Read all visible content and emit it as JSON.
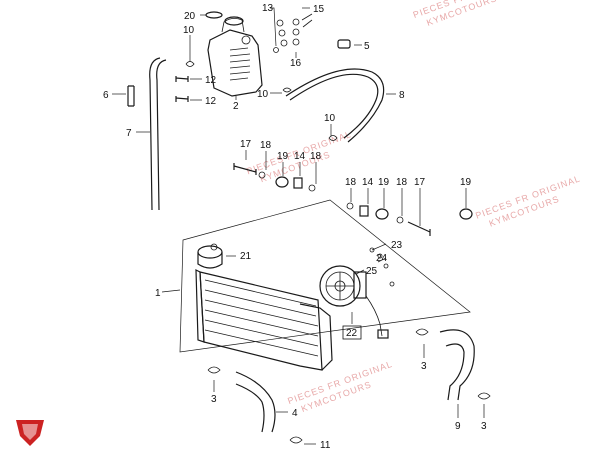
{
  "watermark": {
    "line1": "PIECES FR ORIGINAL",
    "line2": "KYMCOTOURS"
  },
  "callouts": [
    {
      "id": "c20",
      "label": "20"
    },
    {
      "id": "c13",
      "label": "13"
    },
    {
      "id": "c15",
      "label": "15"
    },
    {
      "id": "c10a",
      "label": "10"
    },
    {
      "id": "c5",
      "label": "5"
    },
    {
      "id": "c16",
      "label": "16"
    },
    {
      "id": "c12a",
      "label": "12"
    },
    {
      "id": "c12b",
      "label": "12"
    },
    {
      "id": "c6",
      "label": "6"
    },
    {
      "id": "c2",
      "label": "2"
    },
    {
      "id": "c10b",
      "label": "10"
    },
    {
      "id": "c8",
      "label": "8"
    },
    {
      "id": "c7",
      "label": "7"
    },
    {
      "id": "c10c",
      "label": "10"
    },
    {
      "id": "c17a",
      "label": "17"
    },
    {
      "id": "c18a",
      "label": "18"
    },
    {
      "id": "c19a",
      "label": "19"
    },
    {
      "id": "c14a",
      "label": "14"
    },
    {
      "id": "c18b",
      "label": "18"
    },
    {
      "id": "c18c",
      "label": "18"
    },
    {
      "id": "c14b",
      "label": "14"
    },
    {
      "id": "c19b",
      "label": "19"
    },
    {
      "id": "c18d",
      "label": "18"
    },
    {
      "id": "c17b",
      "label": "17"
    },
    {
      "id": "c19c",
      "label": "19"
    },
    {
      "id": "c21",
      "label": "21"
    },
    {
      "id": "c23",
      "label": "23"
    },
    {
      "id": "c24",
      "label": "24"
    },
    {
      "id": "c25",
      "label": "25"
    },
    {
      "id": "c1",
      "label": "1"
    },
    {
      "id": "c22",
      "label": "22"
    },
    {
      "id": "c3a",
      "label": "3"
    },
    {
      "id": "c3b",
      "label": "3"
    },
    {
      "id": "c4",
      "label": "4"
    },
    {
      "id": "c11",
      "label": "11"
    },
    {
      "id": "c9",
      "label": "9"
    },
    {
      "id": "c3c",
      "label": "3"
    }
  ]
}
